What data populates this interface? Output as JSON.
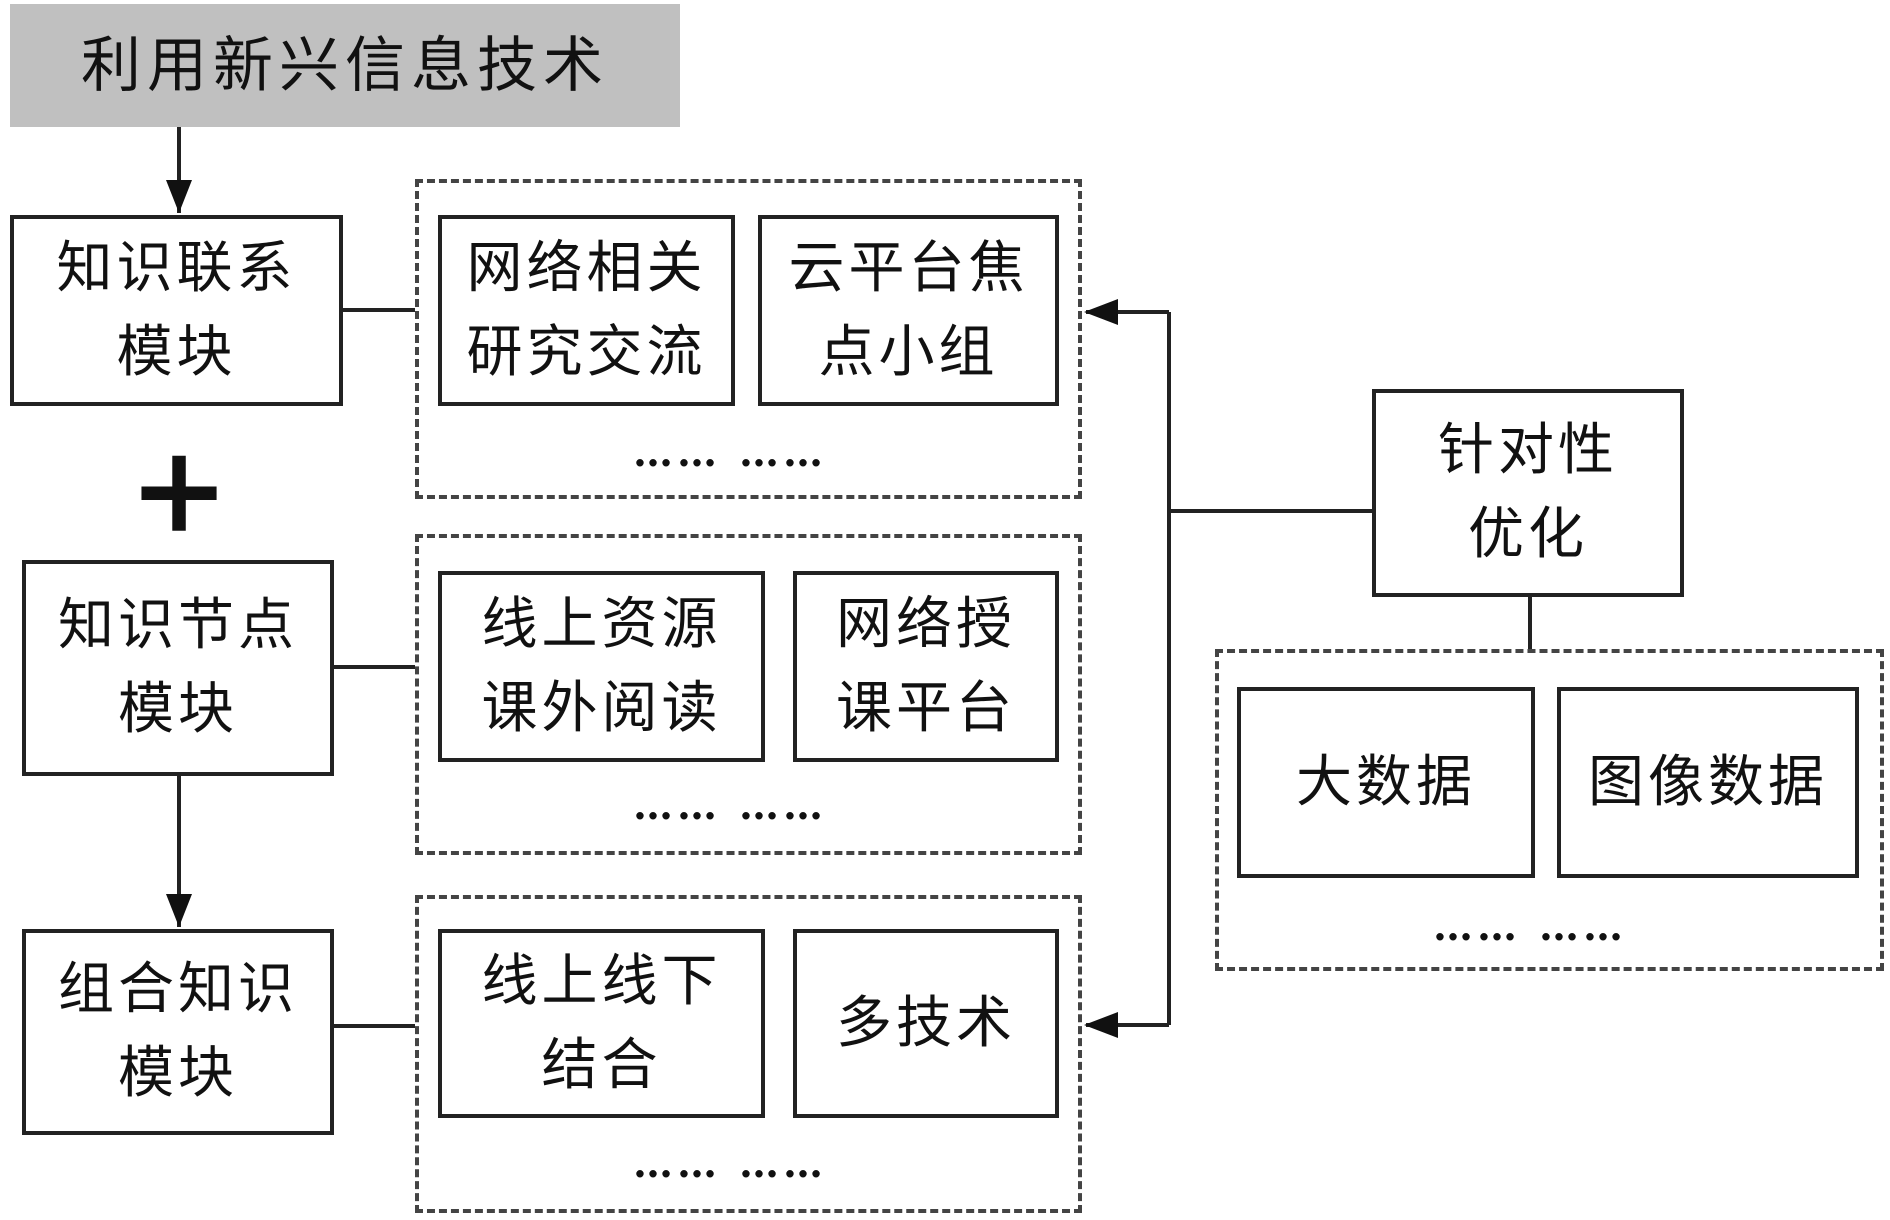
{
  "top": {
    "label": "利用新兴信息技术"
  },
  "left_modules": [
    {
      "line1": "知识联系",
      "line2": "模块"
    },
    {
      "line1": "知识节点",
      "line2": "模块"
    },
    {
      "line1": "组合知识",
      "line2": "模块"
    }
  ],
  "plus_sign": "+",
  "groups": [
    {
      "items": [
        {
          "line1": "网络相关",
          "line2": "研究交流"
        },
        {
          "line1": "云平台焦",
          "line2": "点小组"
        }
      ],
      "more": "…… ……"
    },
    {
      "items": [
        {
          "line1": "线上资源",
          "line2": "课外阅读"
        },
        {
          "line1": "网络授",
          "line2": "课平台"
        }
      ],
      "more": "…… ……"
    },
    {
      "items": [
        {
          "line1": "线上线下",
          "line2": "结合"
        },
        {
          "line1": "多技术",
          "line2": ""
        }
      ],
      "more": "…… ……"
    }
  ],
  "optimization": {
    "line1": "针对性",
    "line2": "优化"
  },
  "data_group": {
    "items": [
      {
        "label": "大数据"
      },
      {
        "label": "图像数据"
      }
    ],
    "more": "…… ……"
  }
}
